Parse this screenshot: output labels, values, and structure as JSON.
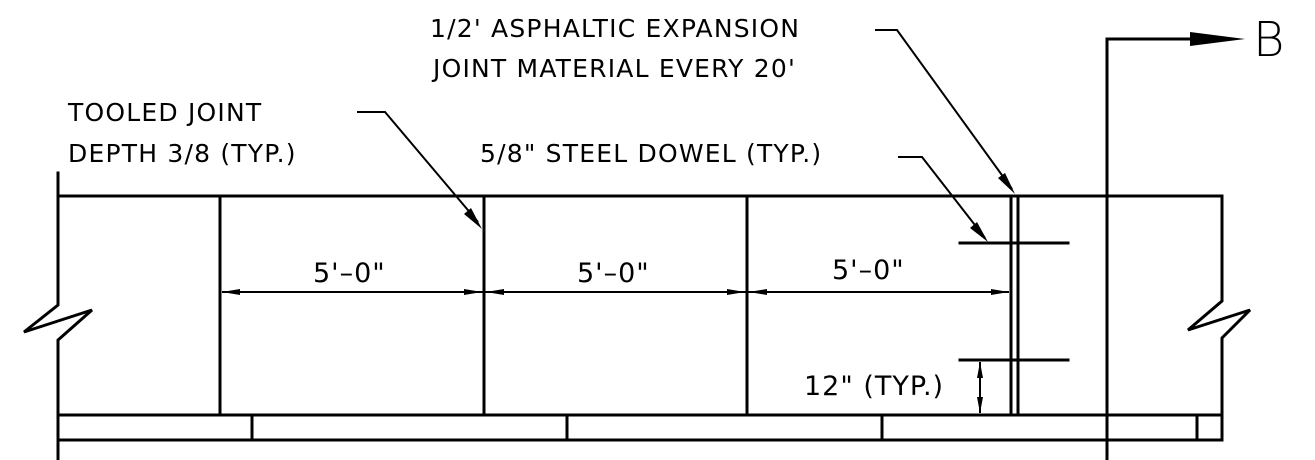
{
  "notes": {
    "expansion_joint_line1": "1/2' ASPHALTIC EXPANSION",
    "expansion_joint_line2": "JOINT MATERIAL EVERY 20'",
    "tooled_joint_line1": "TOOLED JOINT",
    "tooled_joint_line2": "DEPTH 3/8 (TYP.)",
    "steel_dowel": "5/8\" STEEL DOWEL (TYP.)"
  },
  "dimensions": {
    "panel_1": "5'–0\"",
    "panel_2": "5'–0\"",
    "panel_3": "5'–0\"",
    "dowel_spacing": "12\" (TYP.)"
  },
  "section_marker": "B"
}
